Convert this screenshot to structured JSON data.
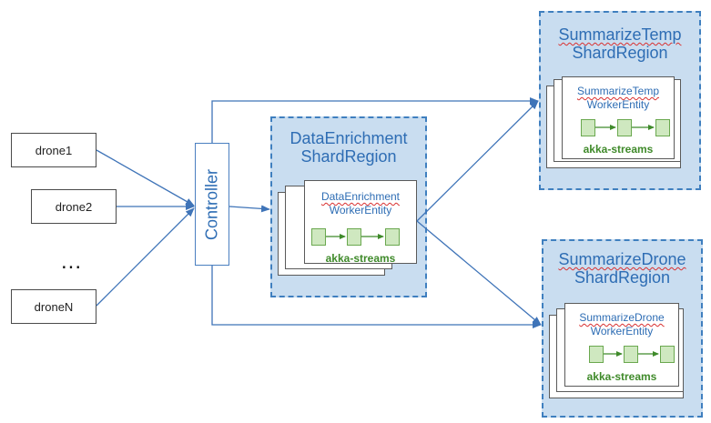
{
  "drones": [
    "drone1",
    "drone2",
    "droneN"
  ],
  "ellipsis": "...",
  "controller": {
    "label": "Controller"
  },
  "regions": {
    "data_enrichment": {
      "title_line1": "DataEnrichment",
      "title_line2": "ShardRegion",
      "entity_line1": "DataEnrichment",
      "entity_line2": "WorkerEntity",
      "stream_label": "akka-streams"
    },
    "summarize_temp": {
      "title_line1": "SummarizeTemp",
      "title_line2": "ShardRegion",
      "entity_line1": "SummarizeTemp",
      "entity_line2": "WorkerEntity",
      "stream_label": "akka-streams"
    },
    "summarize_drone": {
      "title_line1": "SummarizeDrone",
      "title_line2": "ShardRegion",
      "entity_line1": "SummarizeDrone",
      "entity_line2": "WorkerEntity",
      "stream_label": "akka-streams"
    }
  },
  "colors": {
    "arrow": "#3f74b8",
    "region_fill": "#c9ddf0",
    "region_border": "#3f7fbf",
    "stage_fill": "#cfe8c0",
    "stage_border": "#6aa84f",
    "title_text": "#2e6db4",
    "stream_text": "#3f8a2a"
  }
}
